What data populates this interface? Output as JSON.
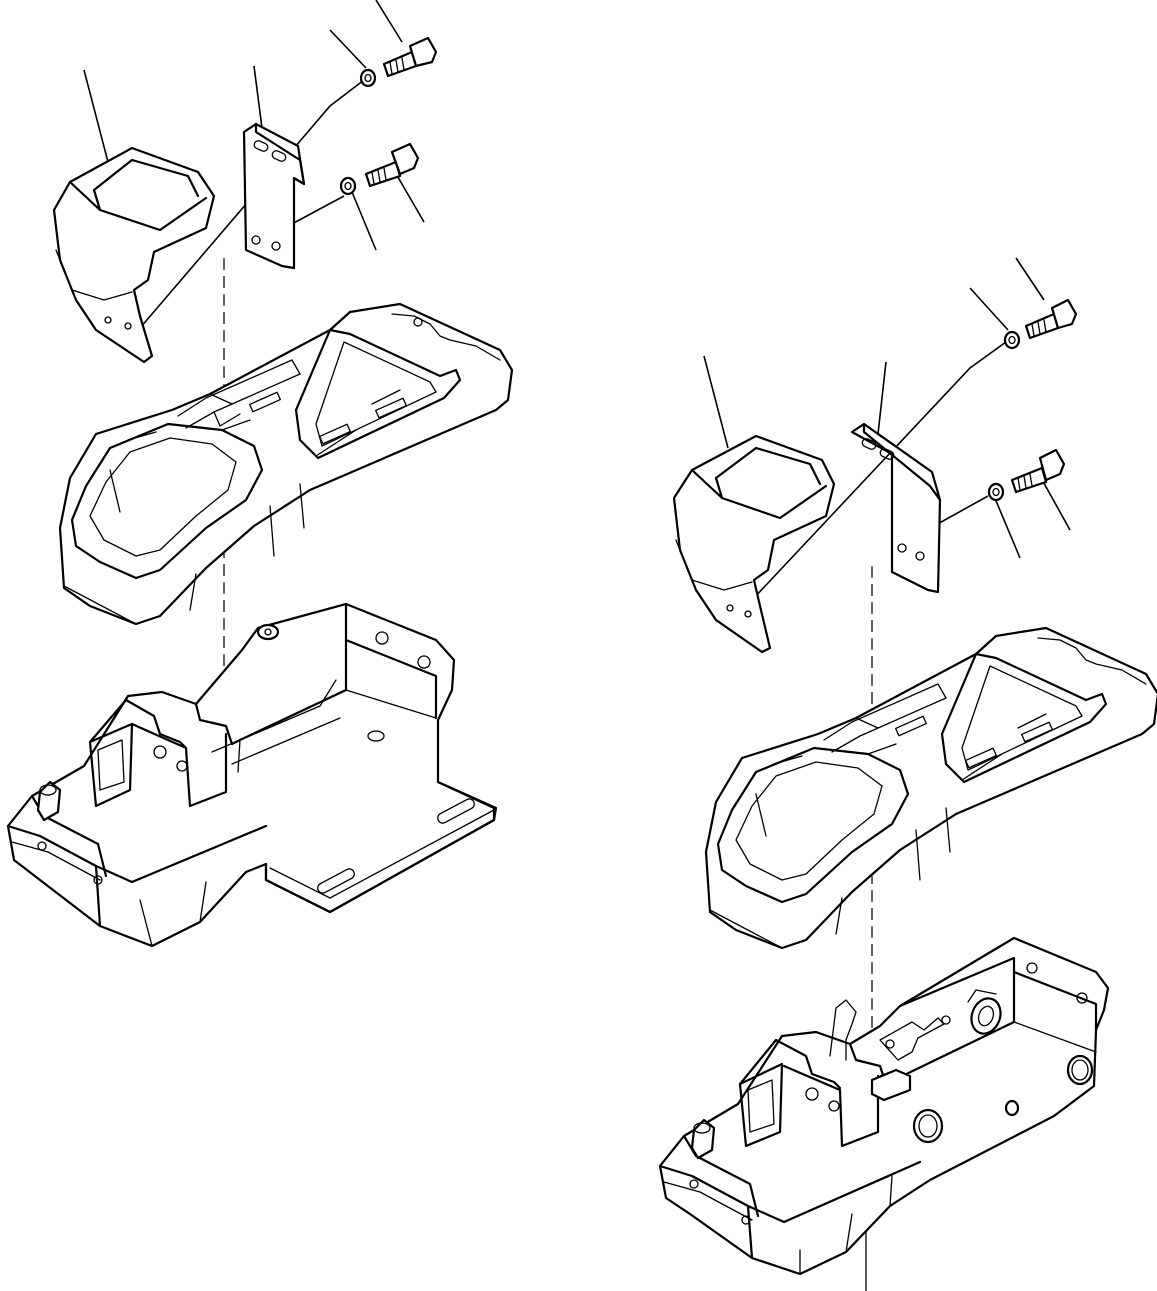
{
  "diagram": {
    "kind": "exploded-parts-view",
    "callout_labels": "none printed",
    "line_color": "#000000",
    "background": "#ffffff",
    "assemblies": [
      {
        "id": "left",
        "parts": [
          "cover-cap",
          "mounting-bracket",
          "washer",
          "bolt",
          "washer",
          "bolt",
          "console-top-cover",
          "console-base"
        ]
      },
      {
        "id": "right",
        "parts": [
          "cover-cap",
          "mounting-bracket",
          "washer",
          "bolt",
          "washer",
          "bolt",
          "console-top-cover",
          "console-base"
        ]
      }
    ]
  }
}
